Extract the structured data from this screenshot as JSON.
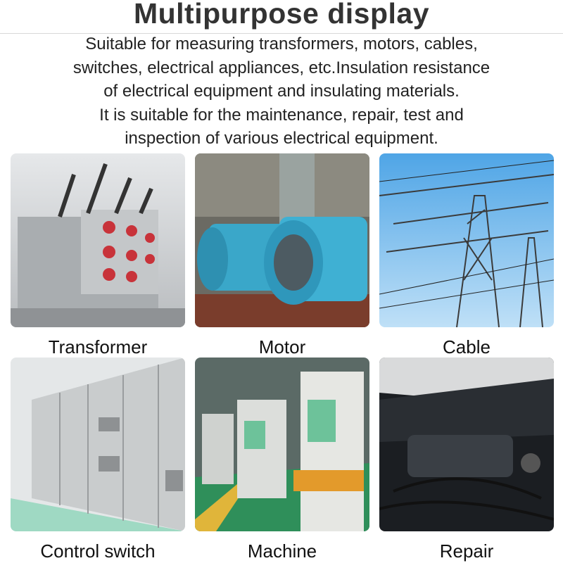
{
  "title": "Multipurpose display",
  "description": [
    "Suitable for measuring transformers, motors, cables,",
    "switches, electrical appliances, etc.Insulation resistance",
    "of electrical equipment and insulating materials.",
    "It is suitable for the maintenance, repair, test and",
    "inspection of various electrical equipment."
  ],
  "applications": [
    {
      "label": "Transformer"
    },
    {
      "label": "Motor"
    },
    {
      "label": "Cable"
    },
    {
      "label": "Control switch"
    },
    {
      "label": "Machine"
    },
    {
      "label": "Repair"
    }
  ]
}
